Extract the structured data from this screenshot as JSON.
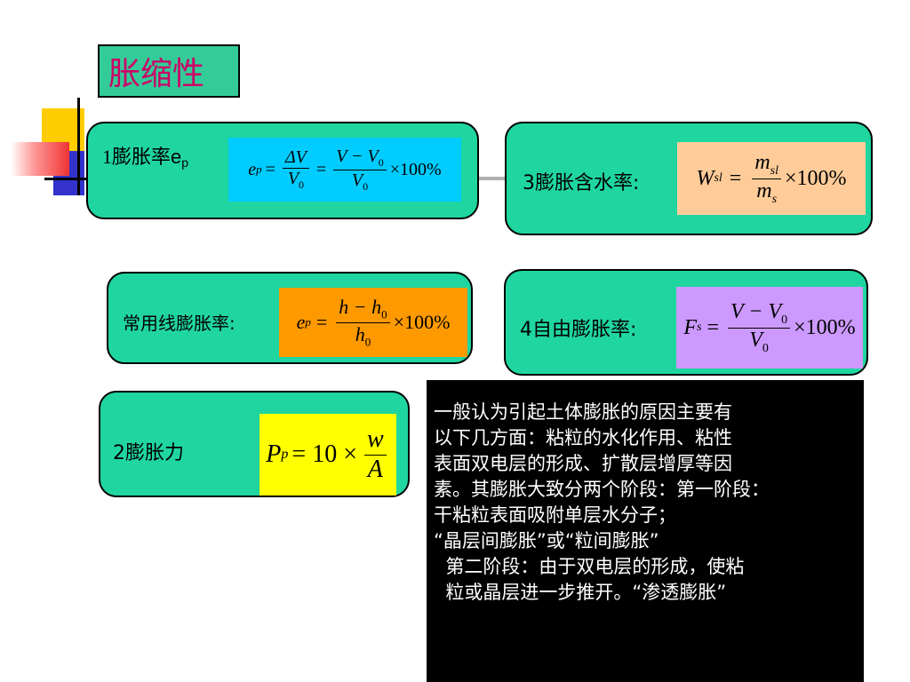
{
  "title": "胀缩性",
  "colors": {
    "title_text": "#cc0066",
    "title_bg": "#33cc99",
    "card_bg": "#1fd6a0",
    "formula1_bg": "#00ccff",
    "formula3_bg": "#ffcc99",
    "formula_linear_bg": "#ff9900",
    "formula4_bg": "#cc99ff",
    "formula2_bg": "#ffff00",
    "note_bg": "#000000"
  },
  "cards": {
    "swelling_ratio": {
      "label_prefix": "1膨胀率",
      "label_var": "e",
      "label_sub": "p",
      "formula": {
        "lhs": "e",
        "lhs_sub": "p",
        "num1": "ΔV",
        "den1": "V",
        "den1_sub": "0",
        "num2": "V − V",
        "num2_sub": "0",
        "den2": "V",
        "den2_sub": "0",
        "tail": "×100%"
      }
    },
    "swelling_water_content": {
      "label": "3膨胀含水率:",
      "formula": {
        "lhs": "W",
        "lhs_sub": "sl",
        "num": "m",
        "num_sub": "sl",
        "den": "m",
        "den_sub": "s",
        "tail": "×100%"
      }
    },
    "linear_swelling": {
      "label": "常用线膨胀率:",
      "formula": {
        "lhs": "e",
        "lhs_sub": "p",
        "num": "h − h",
        "num_sub": "0",
        "den": "h",
        "den_sub": "0",
        "tail": "×100%"
      }
    },
    "free_swelling": {
      "label": "4自由膨胀率:",
      "formula": {
        "lhs": "F",
        "lhs_sub": "s",
        "num": "V − V",
        "num_sub": "0",
        "den": "V",
        "den_sub": "0",
        "tail": "×100%"
      }
    },
    "swelling_force": {
      "label": "2膨胀力",
      "formula": {
        "lhs": "P",
        "lhs_sub": "p",
        "mid": "= 10 ×",
        "num": "w",
        "den": "A"
      }
    }
  },
  "note": {
    "lines": [
      "一般认为引起土体膨胀的原因主要有",
      "以下几方面：粘粒的水化作用、粘性",
      "表面双电层的形成、扩散层增厚等因",
      "素。其膨胀大致分两个阶段：第一阶段：",
      "干粘粒表面吸附单层水分子；",
      "“晶层间膨胀”或“粒间膨胀”",
      "  第二阶段：由于双电层的形成，使粘",
      "  粒或晶层进一步推开。“渗透膨胀”"
    ]
  }
}
